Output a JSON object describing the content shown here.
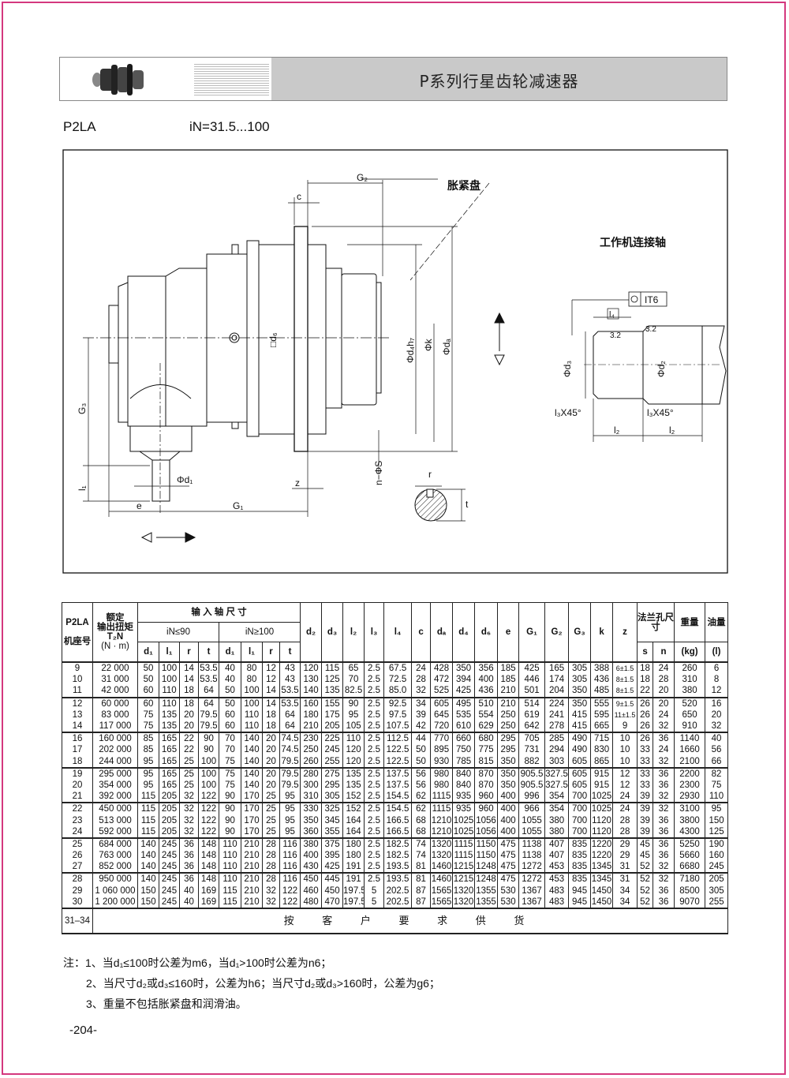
{
  "header": {
    "title": "P系列行星齿轮减速器",
    "model": "P2LA",
    "ratio": "iN=31.5...100"
  },
  "drawing": {
    "labels": {
      "G2": "G₂",
      "c": "c",
      "disc": "胀紧盘",
      "d6": "□d₆",
      "d4h7": "Φd₄h₇",
      "k": "Φk",
      "da": "Φdₐ",
      "G3": "G₃",
      "l1": "l₁",
      "d1": "Φd₁",
      "e": "e",
      "G1": "G₁",
      "z": "z",
      "nS": "n−ΦS",
      "r": "r",
      "t": "t"
    },
    "shaft": {
      "title": "工作机连接轴",
      "tol": "IT6",
      "l4": "l₄",
      "rough1": "3.2",
      "rough2": "3.2",
      "d3": "Φd₃",
      "d2": "Φd₂",
      "chamfer1": "l₃X45°",
      "chamfer2": "l₃X45°",
      "l2a": "l₂",
      "l2b": "l₂"
    }
  },
  "table": {
    "h": {
      "model": "P2LA",
      "model2": "机座号",
      "torque1": "额定",
      "torque2": "输出扭矩",
      "torque3": "T₂N",
      "torque4": "(N · m)",
      "input": "输 入 轴 尺 寸",
      "iN90": "iN≤90",
      "iN100": "iN≥100",
      "d1": "d₁",
      "l1": "l₁",
      "r": "r",
      "t": "t",
      "d2": "d₂",
      "d3": "d₃",
      "l2": "l₂",
      "l3": "l₃",
      "l4": "l₄",
      "c": "c",
      "da": "dₐ",
      "d4": "d₄",
      "d6": "d₆",
      "e": "e",
      "G1": "G₁",
      "G2": "G₂",
      "G3": "G₃",
      "k": "k",
      "z": "z",
      "flange": "法兰孔尺寸",
      "s": "s",
      "n": "n",
      "weight": "重量",
      "kg": "(kg)",
      "oil": "油量",
      "litre": "(l)"
    },
    "rows": [
      [
        "9",
        "22 000",
        "50",
        "100",
        "14",
        "53.5",
        "40",
        "80",
        "12",
        "43",
        "120",
        "115",
        "65",
        "2.5",
        "67.5",
        "24",
        "428",
        "350",
        "356",
        "185",
        "425",
        "165",
        "305",
        "388",
        "6±1.5",
        "18",
        "24",
        "260",
        "6"
      ],
      [
        "10",
        "31 000",
        "50",
        "100",
        "14",
        "53.5",
        "40",
        "80",
        "12",
        "43",
        "130",
        "125",
        "70",
        "2.5",
        "72.5",
        "28",
        "472",
        "394",
        "400",
        "185",
        "446",
        "174",
        "305",
        "436",
        "8±1.5",
        "18",
        "28",
        "310",
        "8"
      ],
      [
        "11",
        "42 000",
        "60",
        "110",
        "18",
        "64",
        "50",
        "100",
        "14",
        "53.5",
        "140",
        "135",
        "82.5",
        "2.5",
        "85.0",
        "32",
        "525",
        "425",
        "436",
        "210",
        "501",
        "204",
        "350",
        "485",
        "8±1.5",
        "22",
        "20",
        "380",
        "12"
      ],
      [
        "12",
        "60 000",
        "60",
        "110",
        "18",
        "64",
        "50",
        "100",
        "14",
        "53.5",
        "160",
        "155",
        "90",
        "2.5",
        "92.5",
        "34",
        "605",
        "495",
        "510",
        "210",
        "514",
        "224",
        "350",
        "555",
        "9±1.5",
        "26",
        "20",
        "520",
        "16"
      ],
      [
        "13",
        "83 000",
        "75",
        "135",
        "20",
        "79.5",
        "60",
        "110",
        "18",
        "64",
        "180",
        "175",
        "95",
        "2.5",
        "97.5",
        "39",
        "645",
        "535",
        "554",
        "250",
        "619",
        "241",
        "415",
        "595",
        "11±1.5",
        "26",
        "24",
        "650",
        "20"
      ],
      [
        "14",
        "117 000",
        "75",
        "135",
        "20",
        "79.5",
        "60",
        "110",
        "18",
        "64",
        "210",
        "205",
        "105",
        "2.5",
        "107.5",
        "42",
        "720",
        "610",
        "629",
        "250",
        "642",
        "278",
        "415",
        "665",
        "9",
        "26",
        "32",
        "910",
        "32"
      ],
      [
        "16",
        "160 000",
        "85",
        "165",
        "22",
        "90",
        "70",
        "140",
        "20",
        "74.5",
        "230",
        "225",
        "110",
        "2.5",
        "112.5",
        "44",
        "770",
        "660",
        "680",
        "295",
        "705",
        "285",
        "490",
        "715",
        "10",
        "26",
        "36",
        "1140",
        "40"
      ],
      [
        "17",
        "202 000",
        "85",
        "165",
        "22",
        "90",
        "70",
        "140",
        "20",
        "74.5",
        "250",
        "245",
        "120",
        "2.5",
        "122.5",
        "50",
        "895",
        "750",
        "775",
        "295",
        "731",
        "294",
        "490",
        "830",
        "10",
        "33",
        "24",
        "1660",
        "56"
      ],
      [
        "18",
        "244 000",
        "95",
        "165",
        "25",
        "100",
        "75",
        "140",
        "20",
        "79.5",
        "260",
        "255",
        "120",
        "2.5",
        "122.5",
        "50",
        "930",
        "785",
        "815",
        "350",
        "882",
        "303",
        "605",
        "865",
        "10",
        "33",
        "32",
        "2100",
        "66"
      ],
      [
        "19",
        "295 000",
        "95",
        "165",
        "25",
        "100",
        "75",
        "140",
        "20",
        "79.5",
        "280",
        "275",
        "135",
        "2.5",
        "137.5",
        "56",
        "980",
        "840",
        "870",
        "350",
        "905.5",
        "327.5",
        "605",
        "915",
        "12",
        "33",
        "36",
        "2200",
        "82"
      ],
      [
        "20",
        "354 000",
        "95",
        "165",
        "25",
        "100",
        "75",
        "140",
        "20",
        "79.5",
        "300",
        "295",
        "135",
        "2.5",
        "137.5",
        "56",
        "980",
        "840",
        "870",
        "350",
        "905.5",
        "327.5",
        "605",
        "915",
        "12",
        "33",
        "36",
        "2300",
        "75"
      ],
      [
        "21",
        "392 000",
        "115",
        "205",
        "32",
        "122",
        "90",
        "170",
        "25",
        "95",
        "310",
        "305",
        "152",
        "2.5",
        "154.5",
        "62",
        "1115",
        "935",
        "960",
        "400",
        "996",
        "354",
        "700",
        "1025",
        "24",
        "39",
        "32",
        "2930",
        "110"
      ],
      [
        "22",
        "450 000",
        "115",
        "205",
        "32",
        "122",
        "90",
        "170",
        "25",
        "95",
        "330",
        "325",
        "152",
        "2.5",
        "154.5",
        "62",
        "1115",
        "935",
        "960",
        "400",
        "966",
        "354",
        "700",
        "1025",
        "24",
        "39",
        "32",
        "3100",
        "95"
      ],
      [
        "23",
        "513 000",
        "115",
        "205",
        "32",
        "122",
        "90",
        "170",
        "25",
        "95",
        "350",
        "345",
        "164",
        "2.5",
        "166.5",
        "68",
        "1210",
        "1025",
        "1056",
        "400",
        "1055",
        "380",
        "700",
        "1120",
        "28",
        "39",
        "36",
        "3800",
        "150"
      ],
      [
        "24",
        "592 000",
        "115",
        "205",
        "32",
        "122",
        "90",
        "170",
        "25",
        "95",
        "360",
        "355",
        "164",
        "2.5",
        "166.5",
        "68",
        "1210",
        "1025",
        "1056",
        "400",
        "1055",
        "380",
        "700",
        "1120",
        "28",
        "39",
        "36",
        "4300",
        "125"
      ],
      [
        "25",
        "684 000",
        "140",
        "245",
        "36",
        "148",
        "110",
        "210",
        "28",
        "116",
        "380",
        "375",
        "180",
        "2.5",
        "182.5",
        "74",
        "1320",
        "1115",
        "1150",
        "475",
        "1138",
        "407",
        "835",
        "1220",
        "29",
        "45",
        "36",
        "5250",
        "190"
      ],
      [
        "26",
        "763 000",
        "140",
        "245",
        "36",
        "148",
        "110",
        "210",
        "28",
        "116",
        "400",
        "395",
        "180",
        "2.5",
        "182.5",
        "74",
        "1320",
        "1115",
        "1150",
        "475",
        "1138",
        "407",
        "835",
        "1220",
        "29",
        "45",
        "36",
        "5660",
        "160"
      ],
      [
        "27",
        "852 000",
        "140",
        "245",
        "36",
        "148",
        "110",
        "210",
        "28",
        "116",
        "430",
        "425",
        "191",
        "2.5",
        "193.5",
        "81",
        "1460",
        "1215",
        "1248",
        "475",
        "1272",
        "453",
        "835",
        "1345",
        "31",
        "52",
        "32",
        "6680",
        "245"
      ],
      [
        "28",
        "950 000",
        "140",
        "245",
        "36",
        "148",
        "110",
        "210",
        "28",
        "116",
        "450",
        "445",
        "191",
        "2.5",
        "193.5",
        "81",
        "1460",
        "1215",
        "1248",
        "475",
        "1272",
        "453",
        "835",
        "1345",
        "31",
        "52",
        "32",
        "7180",
        "205"
      ],
      [
        "29",
        "1 060 000",
        "150",
        "245",
        "40",
        "169",
        "115",
        "210",
        "32",
        "122",
        "460",
        "450",
        "197.5",
        "5",
        "202.5",
        "87",
        "1565",
        "1320",
        "1355",
        "530",
        "1367",
        "483",
        "945",
        "1450",
        "34",
        "52",
        "36",
        "8500",
        "305"
      ],
      [
        "30",
        "1 200 000",
        "150",
        "245",
        "40",
        "169",
        "115",
        "210",
        "32",
        "122",
        "480",
        "470",
        "197.5",
        "5",
        "202.5",
        "87",
        "1565",
        "1320",
        "1355",
        "530",
        "1367",
        "483",
        "945",
        "1450",
        "34",
        "52",
        "36",
        "9070",
        "255"
      ]
    ],
    "last_row": {
      "size": "31–34",
      "text": "按 客 户 要 求 供 货"
    }
  },
  "notes": [
    "注：1、当d₁≤100时公差为m6，当d₁>100时公差为n6；",
    "2、当尺寸d₂或d₃≤160时，公差为h6；当尺寸d₂或d₃>160时，公差为g6；",
    "3、重量不包括胀紧盘和润滑油。"
  ],
  "page_number": "-204-"
}
